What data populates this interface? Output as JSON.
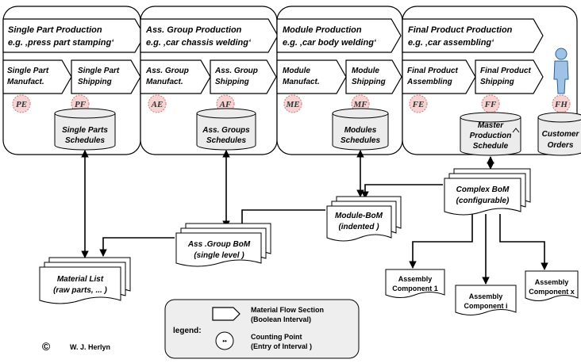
{
  "stages": [
    {
      "title": "Single Part Production",
      "example": "e.g. ‚press part stamping‘",
      "step1": [
        "Single Part",
        "Manufact."
      ],
      "step2": [
        "Single Part",
        "Shipping"
      ],
      "cp1": "PE",
      "cp2": "PF",
      "db": [
        "Single Parts",
        "Schedules"
      ]
    },
    {
      "title": "Ass. Group Production",
      "example": "e.g. ‚car chassis welding‘",
      "step1": [
        "Ass. Group",
        "Manufact."
      ],
      "step2": [
        "Ass. Group",
        "Shipping"
      ],
      "cp1": "AE",
      "cp2": "AF",
      "db": [
        "Ass. Groups",
        "Schedules"
      ]
    },
    {
      "title": "Module Production",
      "example": "e.g. ‚car body welding‘",
      "step1": [
        "Module",
        "Manufact."
      ],
      "step2": [
        "Module",
        "Shipping"
      ],
      "cp1": "ME",
      "cp2": "MF",
      "db": [
        "Modules",
        "Schedules"
      ]
    },
    {
      "title": "Final Product Production",
      "example": "e.g. ‚car assembling‘",
      "step1": [
        "Final Product",
        "Assembling"
      ],
      "step2": [
        "Final Product",
        "Shipping"
      ],
      "cp1": "FE",
      "cp2": "FF",
      "db": [
        "Master",
        "Production",
        "Schedule"
      ]
    }
  ],
  "customer": {
    "cp": "FH",
    "db": [
      "Customer",
      "Orders"
    ]
  },
  "boms": {
    "complex": [
      "Complex BoM",
      "(configurable)"
    ],
    "module": [
      "Module-BoM",
      "(indented )"
    ],
    "assgroup": [
      "Ass .Group BoM",
      "(single level )"
    ],
    "material": [
      "Material List",
      "(raw parts, ... )"
    ]
  },
  "components": [
    [
      "Assembly",
      "Component 1"
    ],
    [
      "Assembly",
      "Component i"
    ],
    [
      "Assembly",
      "Component x"
    ]
  ],
  "legend": {
    "label": "legend:",
    "flow": [
      "Material Flow Section",
      "(Boolean Interval)"
    ],
    "point_symbol": "••",
    "point": [
      "Counting Point",
      "(Entry of  Interval )"
    ]
  },
  "copyright": {
    "symbol": "©",
    "author": "W. J. Herlyn"
  },
  "colors": {
    "counting_point_fill": "#f7d3d3",
    "cylinder_fill": "#ececec",
    "person": "#9fc3e6"
  }
}
